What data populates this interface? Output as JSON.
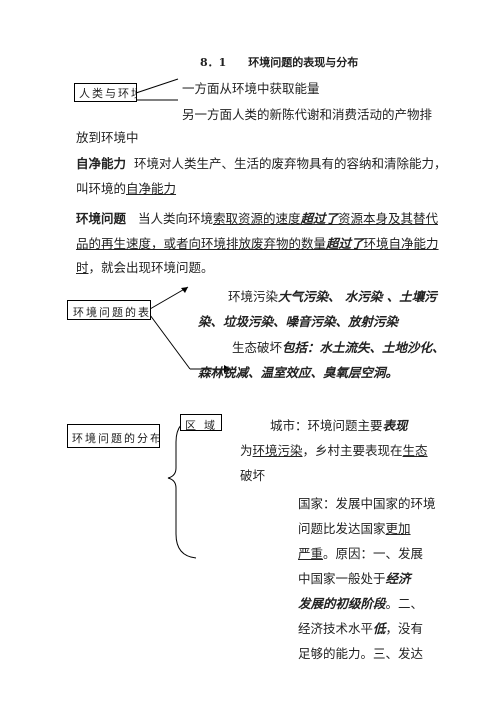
{
  "title": "8．1　　环境问题的表现与分布",
  "box1": "人类与环境",
  "intro": {
    "line1": "一方面从环境中获取能量",
    "line2": "另一方面人类的新陈代谢和消费活动的产物排",
    "line3": "放到环境中"
  },
  "self_purify": {
    "term": "自净能力",
    "line1": "环境对人类生产、生活的废弃物具有的容纳和清除能力，",
    "line2a": "叫环境的",
    "line2b": "自净能力"
  },
  "env_problem": {
    "term": "环境问题",
    "l1a": "当人类向环境",
    "l1b": "索取资源的速度",
    "l1c": "超过了",
    "l1d": "资源本身及其替代",
    "l2a": "品的再生速度，或者向环境",
    "l2b": "排放废弃物的数量",
    "l2c": "超过了",
    "l2d": "环境自净能力",
    "l3a": "时",
    "l3b": "，就会出现环境问题。"
  },
  "box2": "环境问题的表现",
  "pollution": {
    "label": "环境污染",
    "items1": "大气污染、 水污染 、土壤污",
    "items2": "染、垃圾污染、噪音污染、放射污染"
  },
  "ecology": {
    "label": "生态破坏",
    "items1": "包括：水土流失、土地沙化、",
    "items2": "森林锐减、温室效应、臭氧层空洞。"
  },
  "box3": "环境问题的分布",
  "box4": "区域",
  "city": {
    "l1a": "城市：环境问题主要",
    "l1b": "表现",
    "l2a": "为",
    "l2b": "环境污染",
    "l2c": "，乡村主要表现在",
    "l2d": "生态",
    "l3": "破坏"
  },
  "country": {
    "l1": "国家：发展中国家的环境",
    "l2a": "问题比发达国家",
    "l2b": "更加",
    "l3a": "严重",
    "l3b": "。原因：一、发展",
    "l4": "中国家一般处于",
    "l4b": "经济",
    "l5a": "发展的初级阶段",
    "l5b": "。二、",
    "l6a": "经济技术水平",
    "l6b": "低",
    "l6c": "，没有",
    "l7": "足够的能力。三、发达"
  }
}
